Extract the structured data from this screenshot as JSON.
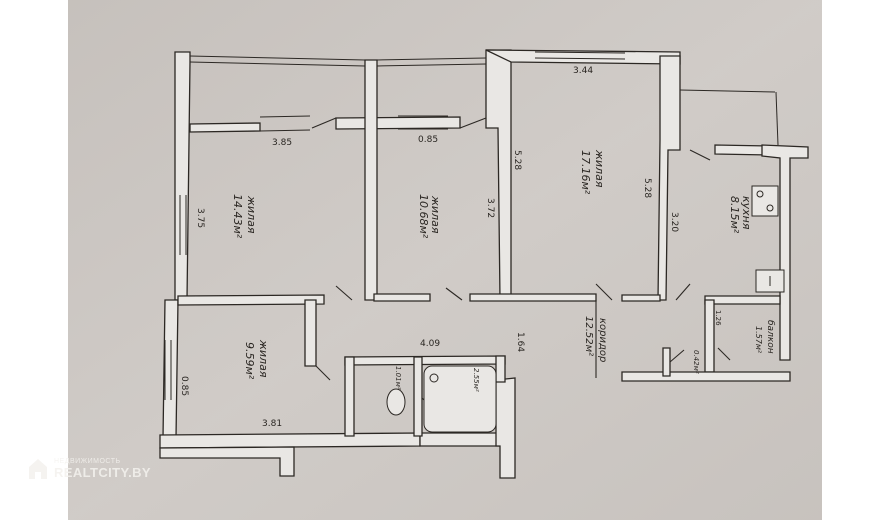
{
  "colors": {
    "paper": "#cdc8c4",
    "ink": "#2c2824",
    "wall": "#e9e7e4",
    "watermark": "#f4f2ee"
  },
  "icons": {
    "watermark_logo": "house-icon"
  },
  "dimensions": {
    "top_right_width": "3.44",
    "room1_width": "3.85",
    "hall_width": "0.85",
    "room1_depth": "3.75",
    "room2_depth": "3.72",
    "room3_depth_left": "5.28",
    "room3_depth_right": "5.28",
    "kitchen_depth": "3.20",
    "bottom_width": "4.09",
    "corridor_width": "1.64",
    "room4_width": "3.81",
    "room4_depth": "0.85",
    "closet_width": "1.26"
  },
  "rooms": {
    "room1_name": "жилая",
    "room1_area": "14.43м²",
    "room2_name": "жилая",
    "room2_area": "10.68м²",
    "room3_name": "жилая",
    "room3_area": "17.16м²",
    "kitchen_name": "кухня",
    "kitchen_area": "8.15м²",
    "room4_name": "жилая",
    "room4_area": "9.59м²",
    "corridor_name": "коридор",
    "corridor_area": "12.52м²",
    "wc_area": "1.01м²",
    "bath_area": "2.55м²",
    "closet_area": "0.42м²",
    "balcony_name": "балкон",
    "balcony_area": "1.57м²"
  },
  "watermark": {
    "top": "НЕДВИЖИМОСТЬ",
    "main": "REALTCITY.BY"
  }
}
